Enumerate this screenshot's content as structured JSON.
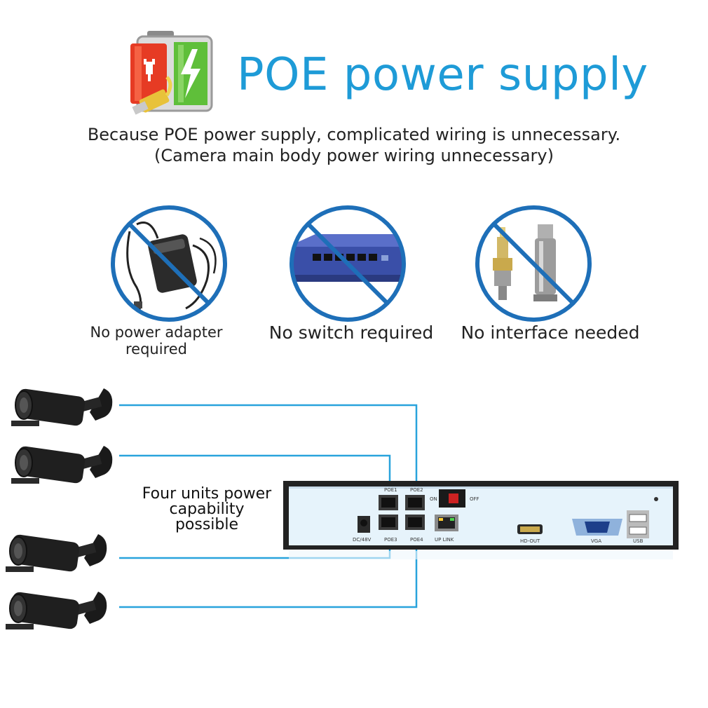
{
  "header": {
    "title": "POE power supply",
    "subtitle_line1": "Because POE power supply, complicated wiring is unnecessary.",
    "subtitle_line2": "(Camera main body power wiring unnecessary)"
  },
  "features": [
    {
      "label_line1": "No power adapter",
      "label_line2": "required",
      "icon": "power-adapter-icon"
    },
    {
      "label": "No switch required",
      "icon": "network-switch-icon"
    },
    {
      "label": "No interface needed",
      "icon": "bnc-connector-icon"
    }
  ],
  "diagram": {
    "note_line1": "Four units power",
    "note_line2": "capability",
    "note_line3": "possible",
    "line_color": "#29a3dc",
    "accent_color": "#1e9bd7",
    "ports": {
      "poe1": "POE1",
      "poe2": "POE2",
      "poe3": "POE3",
      "poe4": "POE4",
      "dc": "DC/48V",
      "uplink": "UP LINK",
      "on": "ON",
      "off": "OFF",
      "hdout": "HD-OUT",
      "vga": "VGA",
      "usb": "USB"
    }
  }
}
